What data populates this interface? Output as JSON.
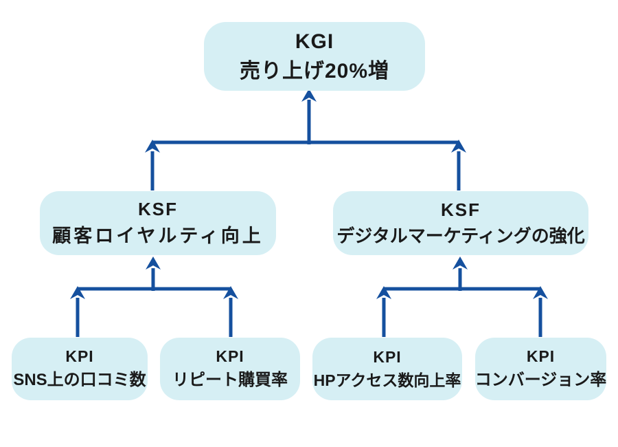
{
  "title": "KGI-KSF-KPI tree diagram",
  "colors": {
    "box_fill": "#d6eff4",
    "arrow": "#15509e",
    "text": "#1a1a1a",
    "background": "#ffffff"
  },
  "nodes": {
    "kgi": {
      "label": "KGI",
      "text": "売り上げ20%増"
    },
    "ksf_left": {
      "label": "KSF",
      "text": "顧客ロイヤルティ向上"
    },
    "ksf_right": {
      "label": "KSF",
      "text": "デジタルマーケティングの強化"
    },
    "kpi_1": {
      "label": "KPI",
      "text": "SNS上の口コミ数"
    },
    "kpi_2": {
      "label": "KPI",
      "text": "リピート購買率"
    },
    "kpi_3": {
      "label": "KPI",
      "text": "HPアクセス数向上率"
    },
    "kpi_4": {
      "label": "KPI",
      "text": "コンバージョン率"
    }
  },
  "edges": [
    {
      "from": "ksf_left",
      "to": "kgi"
    },
    {
      "from": "ksf_right",
      "to": "kgi"
    },
    {
      "from": "kpi_1",
      "to": "ksf_left"
    },
    {
      "from": "kpi_2",
      "to": "ksf_left"
    },
    {
      "from": "kpi_3",
      "to": "ksf_right"
    },
    {
      "from": "kpi_4",
      "to": "ksf_right"
    }
  ]
}
